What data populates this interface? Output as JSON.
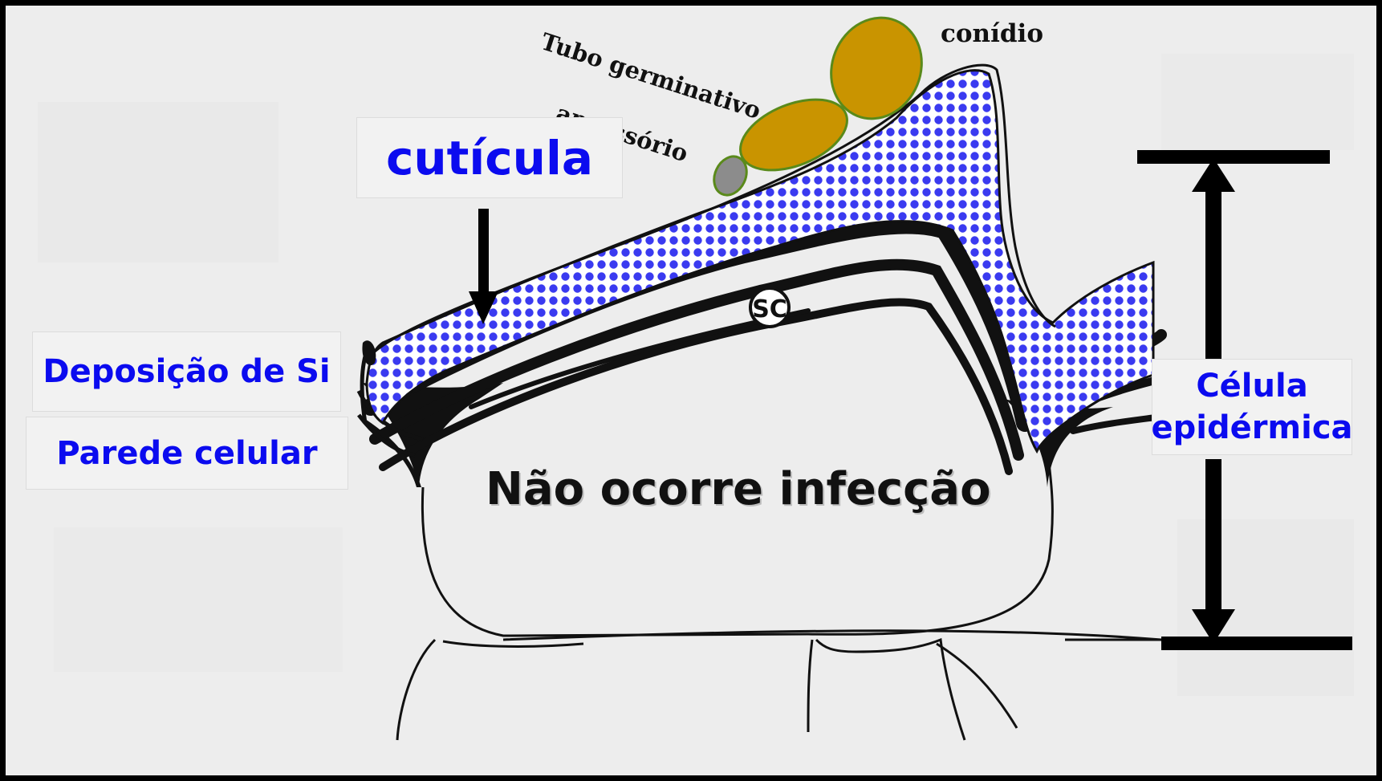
{
  "labels": {
    "cuticula": "cutícula",
    "deposicao_si": "Deposição de Si",
    "parede_celular": "Parede celular",
    "celula_epidermica_line1": "Célula",
    "celula_epidermica_line2": "epidérmica",
    "nao_ocorre_infeccao": "Não ocorre infecção",
    "conidio": "conídio",
    "tubo_germinativo": "Tubo germinativo",
    "apressorio": "apressório",
    "sc": "SC"
  },
  "colors": {
    "blue_text": "#0b0bef",
    "silica_dot": "#3a3af0",
    "conidium_fill": "#c99400",
    "conidium_stroke": "#5a8a1a",
    "appressorium_fill": "#8c8c8c",
    "wall_ink": "#111111"
  }
}
